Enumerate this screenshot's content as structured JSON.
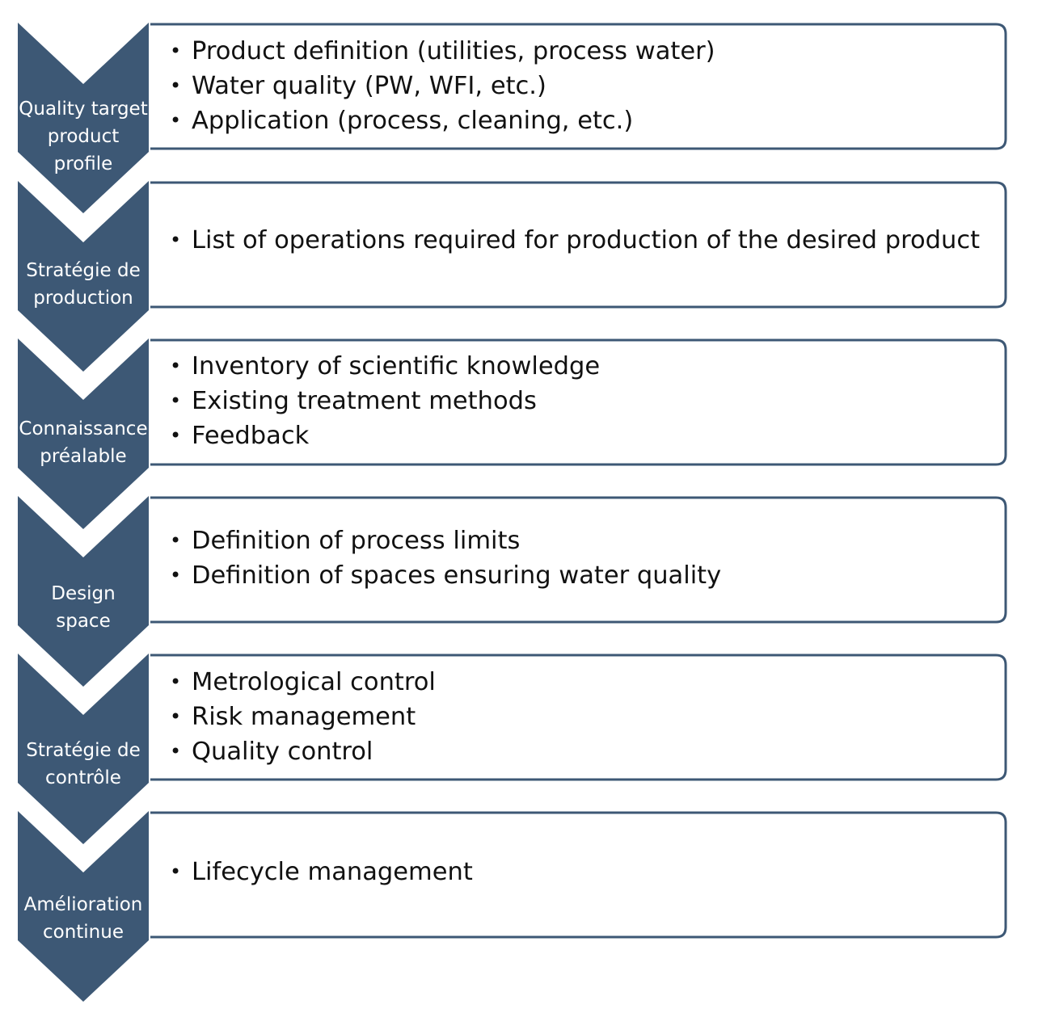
{
  "colors": {
    "chevron": "#3d5875",
    "box_border": "#3d5875",
    "box_fill": "#ffffff",
    "text": "#111111"
  },
  "steps": [
    {
      "label_lines": [
        "Quality target",
        "product",
        "profile"
      ],
      "bullets": [
        "Product definition (utilities, process water)",
        "Water quality (PW, WFI, etc.)",
        "Application (process, cleaning, etc.)"
      ]
    },
    {
      "label_lines": [
        "Stratégie de",
        "production"
      ],
      "bullets": [
        "List of operations required for production of the desired product"
      ]
    },
    {
      "label_lines": [
        "Connaissance",
        "préalable"
      ],
      "bullets": [
        "Inventory of scientific knowledge",
        "Existing treatment methods",
        "Feedback"
      ]
    },
    {
      "label_lines": [
        "Design",
        "space"
      ],
      "bullets": [
        "Definition of process limits",
        "Definition of spaces ensuring water quality"
      ]
    },
    {
      "label_lines": [
        "Stratégie de",
        "contrôle"
      ],
      "bullets": [
        "Metrological control",
        "Risk management",
        "Quality control"
      ]
    },
    {
      "label_lines": [
        "Amélioration",
        "continue"
      ],
      "bullets": [
        "Lifecycle management"
      ]
    }
  ]
}
